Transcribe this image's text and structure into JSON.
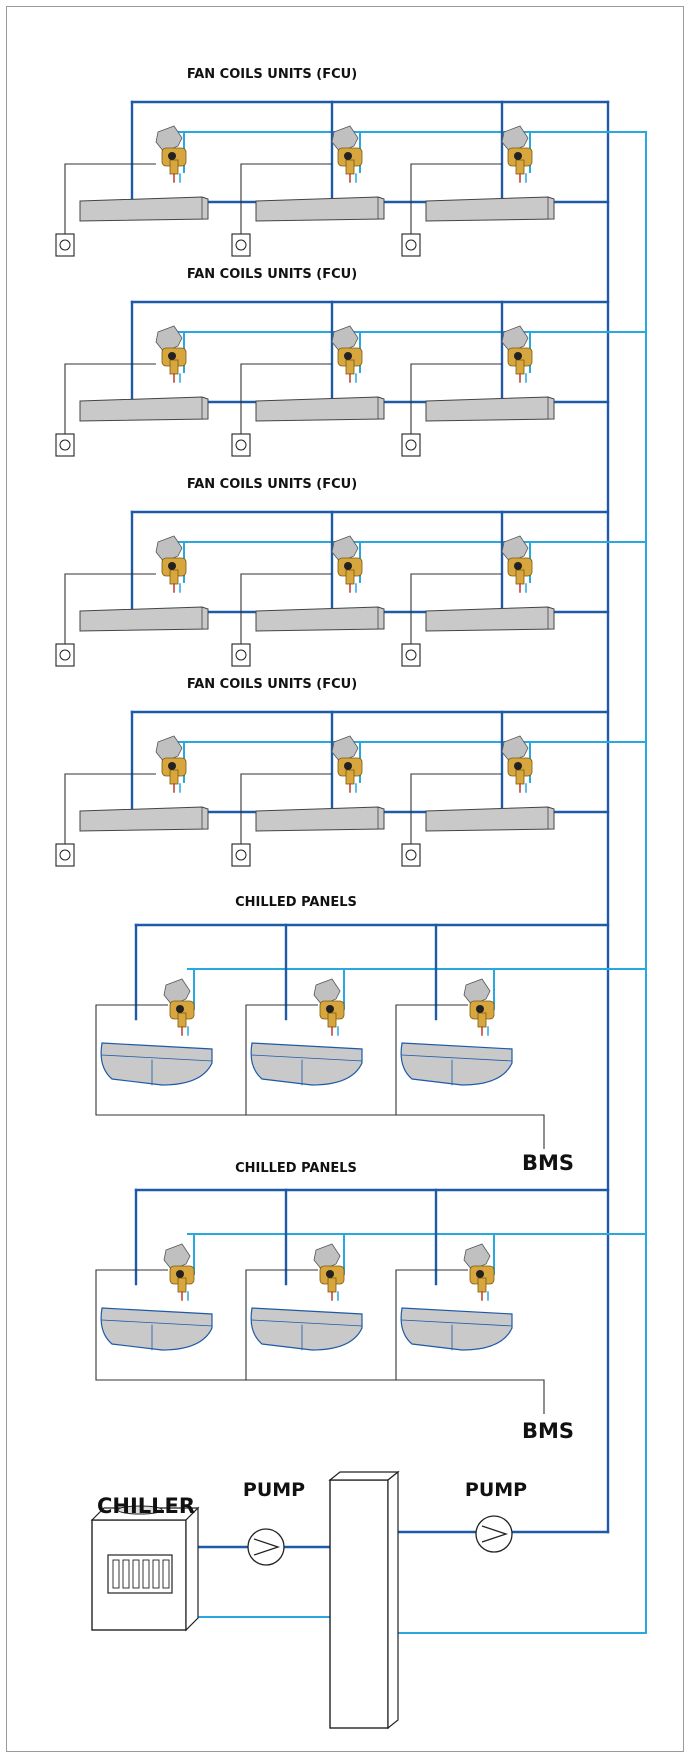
{
  "colors": {
    "supply_pipe": "#1e5aa8",
    "return_pipe": "#29a8e0",
    "control_wire": "#333333",
    "unit_fill": "#c9c9c9",
    "valve_body": "#d7a63e",
    "actuator": "#c0c0c0"
  },
  "sections": [
    {
      "label": "FAN COILS UNITS (FCU)",
      "kind": "fcu"
    },
    {
      "label": "FAN COILS UNITS (FCU)",
      "kind": "fcu"
    },
    {
      "label": "FAN COILS UNITS (FCU)",
      "kind": "fcu"
    },
    {
      "label": "FAN COILS UNITS (FCU)",
      "kind": "fcu"
    },
    {
      "label": "CHILLED PANELS",
      "kind": "panel",
      "bms_label": "BMS"
    },
    {
      "label": "CHILLED PANELS",
      "kind": "panel",
      "bms_label": "BMS"
    }
  ],
  "plant": {
    "chiller_label": "CHILLER",
    "pump_left_label": "PUMP",
    "pump_right_label": "PUMP"
  },
  "icons": [
    "thermostat-icon",
    "valve-actuator-icon",
    "pump-icon",
    "chiller-icon",
    "heat-exchanger-icon"
  ]
}
